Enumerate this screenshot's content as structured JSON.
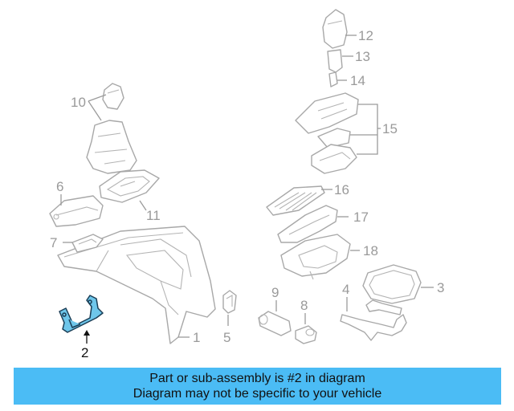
{
  "callouts": [
    "1",
    "2",
    "3",
    "4",
    "5",
    "6",
    "7",
    "8",
    "9",
    "10",
    "11",
    "12",
    "13",
    "14",
    "15",
    "16",
    "17",
    "18"
  ],
  "highlight": {
    "part_number": "2",
    "color": "#6ec6ea",
    "outline": "#1a3d55"
  },
  "banner": {
    "line1": "Part or sub-assembly is #2 in diagram",
    "line2": "Diagram may not be specific to your vehicle",
    "color": "#4bbcf5"
  }
}
